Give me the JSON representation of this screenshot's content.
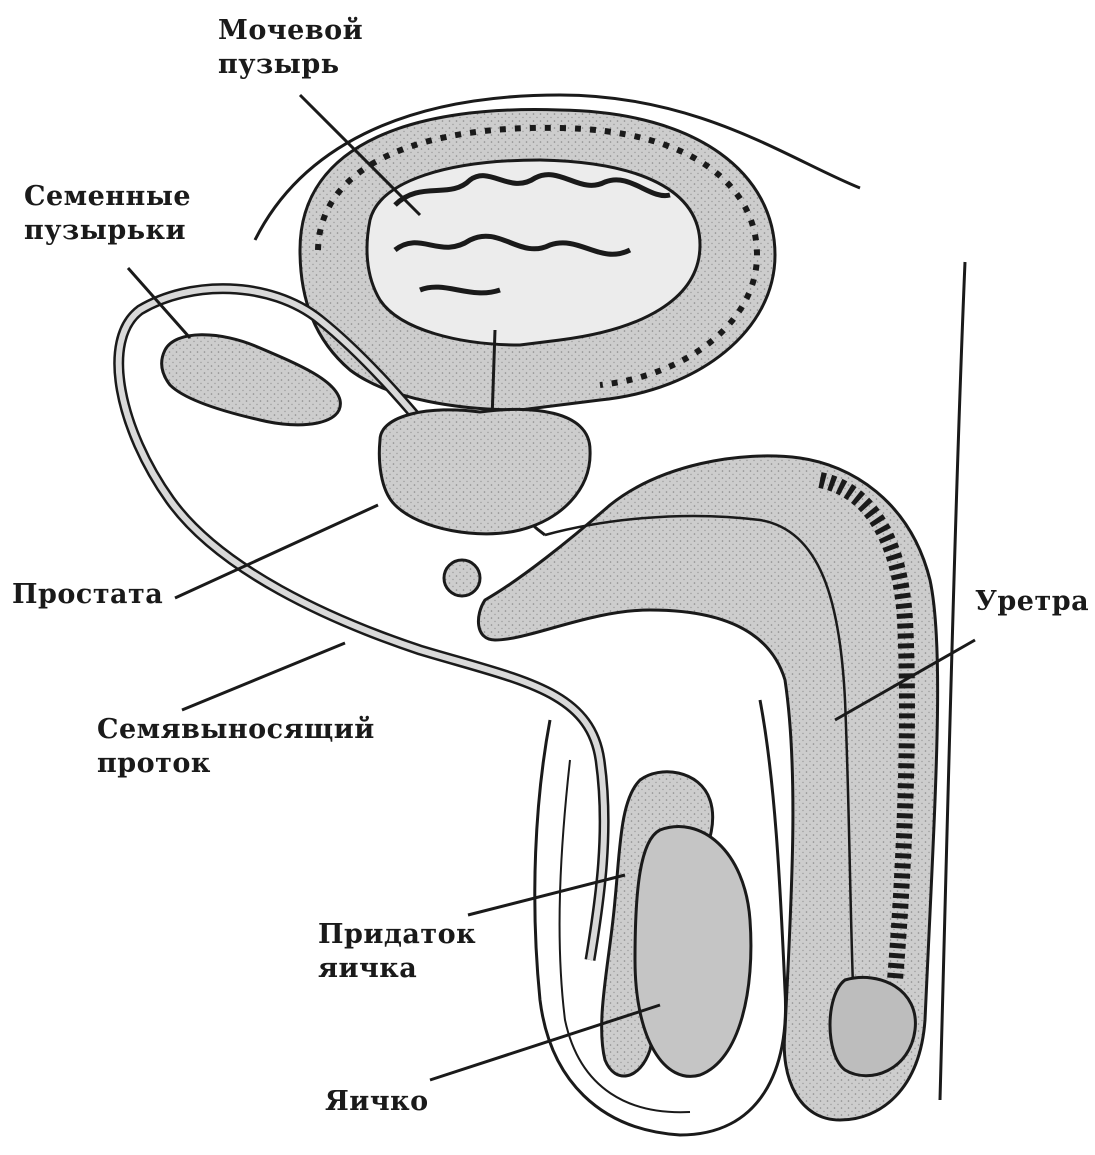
{
  "labels": {
    "bladder": [
      "Мочевой",
      "пузырь"
    ],
    "vesicles": [
      "Семенные",
      "пузырьки"
    ],
    "prostate": [
      "Простата"
    ],
    "duct": [
      "Семявыносящий",
      "проток"
    ],
    "urethra": [
      "Уретра"
    ],
    "epididymis": [
      "Придаток",
      "яичка"
    ],
    "testis": [
      "Яичко"
    ]
  },
  "colors": {
    "tissue": "#c9c9c9",
    "tissue_dark": "#a9a9a9",
    "line": "#1a1a1a",
    "background": "#ffffff"
  }
}
